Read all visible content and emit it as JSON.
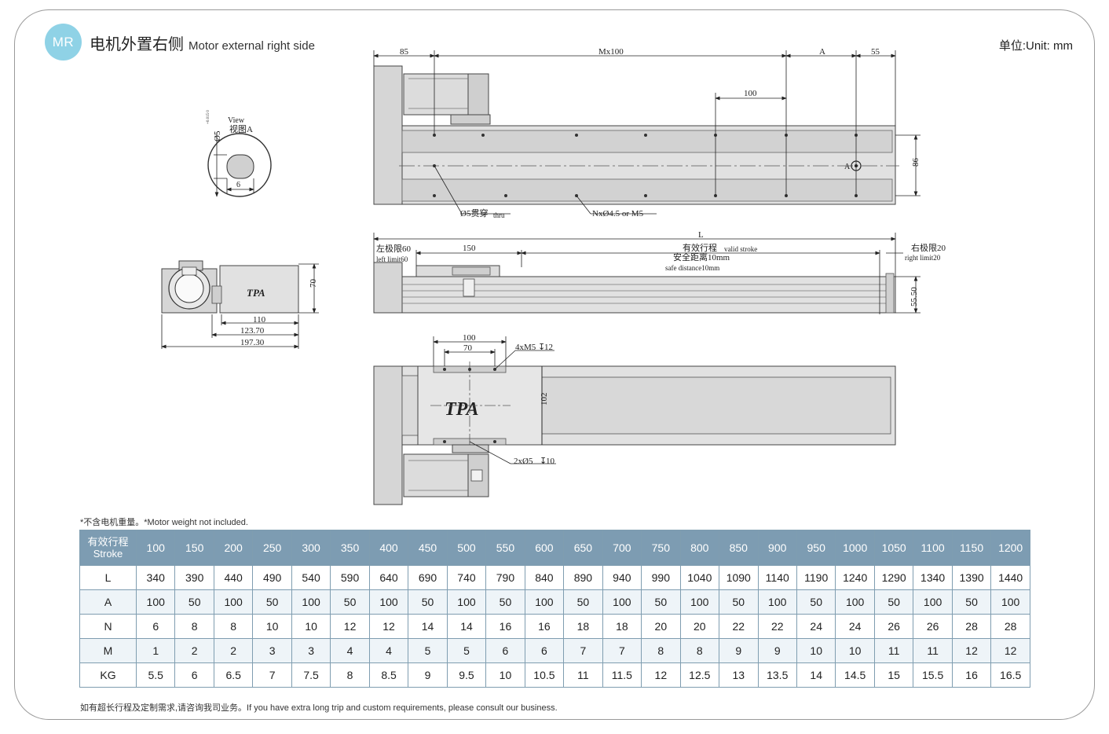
{
  "header": {
    "badge": "MR",
    "title_cn": "电机外置右侧",
    "title_en": "Motor external right side",
    "unit": "单位:Unit: mm"
  },
  "drawing": {
    "top_view": {
      "dim_85": "85",
      "dim_mx100": "Mx100",
      "dim_a": "A",
      "dim_55": "55",
      "dim_100": "100",
      "dim_86": "86",
      "label_a": "A",
      "hole_thru": "Ø5贯穿",
      "hole_thru_en": "thru",
      "holes_n": "NxØ4.5 or M5"
    },
    "view_a": {
      "view_en": "View",
      "view_cn": "视图A",
      "dia": "Ø5",
      "tol": "+0.015 0",
      "dim_6": "6"
    },
    "side_view": {
      "dim_l": "L",
      "left_limit_cn": "左极限60",
      "left_limit_en": "left limit60",
      "dim_150": "150",
      "stroke_cn": "有效行程",
      "stroke_en": "valid stroke",
      "safe_cn": "安全距离10mm",
      "safe_en": "safe distance10mm",
      "right_limit_cn": "右极限20",
      "right_limit_en": "right limit20",
      "dim_5550": "55.50"
    },
    "end_view": {
      "dim_70": "70",
      "dim_110": "110",
      "dim_12370": "123.70",
      "dim_19730": "197.30"
    },
    "bottom_view": {
      "dim_100": "100",
      "dim_70": "70",
      "holes_m5": "4xM5",
      "depth_12": "12",
      "dim_102": "102",
      "holes_pin": "2xØ5",
      "depth_10": "10"
    },
    "logo": "TPA"
  },
  "note": "*不含电机重量。*Motor weight not included.",
  "table": {
    "header_cn": "有效行程",
    "header_en": "Stroke",
    "strokes": [
      "100",
      "150",
      "200",
      "250",
      "300",
      "350",
      "400",
      "450",
      "500",
      "550",
      "600",
      "650",
      "700",
      "750",
      "800",
      "850",
      "900",
      "950",
      "1000",
      "1050",
      "1100",
      "1150",
      "1200"
    ],
    "rows": [
      {
        "label": "L",
        "values": [
          "340",
          "390",
          "440",
          "490",
          "540",
          "590",
          "640",
          "690",
          "740",
          "790",
          "840",
          "890",
          "940",
          "990",
          "1040",
          "1090",
          "1140",
          "1190",
          "1240",
          "1290",
          "1340",
          "1390",
          "1440"
        ]
      },
      {
        "label": "A",
        "values": [
          "100",
          "50",
          "100",
          "50",
          "100",
          "50",
          "100",
          "50",
          "100",
          "50",
          "100",
          "50",
          "100",
          "50",
          "100",
          "50",
          "100",
          "50",
          "100",
          "50",
          "100",
          "50",
          "100"
        ]
      },
      {
        "label": "N",
        "values": [
          "6",
          "8",
          "8",
          "10",
          "10",
          "12",
          "12",
          "14",
          "14",
          "16",
          "16",
          "18",
          "18",
          "20",
          "20",
          "22",
          "22",
          "24",
          "24",
          "26",
          "26",
          "28",
          "28"
        ]
      },
      {
        "label": "M",
        "values": [
          "1",
          "2",
          "2",
          "3",
          "3",
          "4",
          "4",
          "5",
          "5",
          "6",
          "6",
          "7",
          "7",
          "8",
          "8",
          "9",
          "9",
          "10",
          "10",
          "11",
          "11",
          "12",
          "12"
        ]
      },
      {
        "label": "KG",
        "values": [
          "5.5",
          "6",
          "6.5",
          "7",
          "7.5",
          "8",
          "8.5",
          "9",
          "9.5",
          "10",
          "10.5",
          "11",
          "11.5",
          "12",
          "12.5",
          "13",
          "13.5",
          "14",
          "14.5",
          "15",
          "15.5",
          "16",
          "16.5"
        ]
      }
    ]
  },
  "footer": "如有超长行程及定制需求,请咨询我司业务。If you have extra long trip and custom requirements, please consult our business."
}
